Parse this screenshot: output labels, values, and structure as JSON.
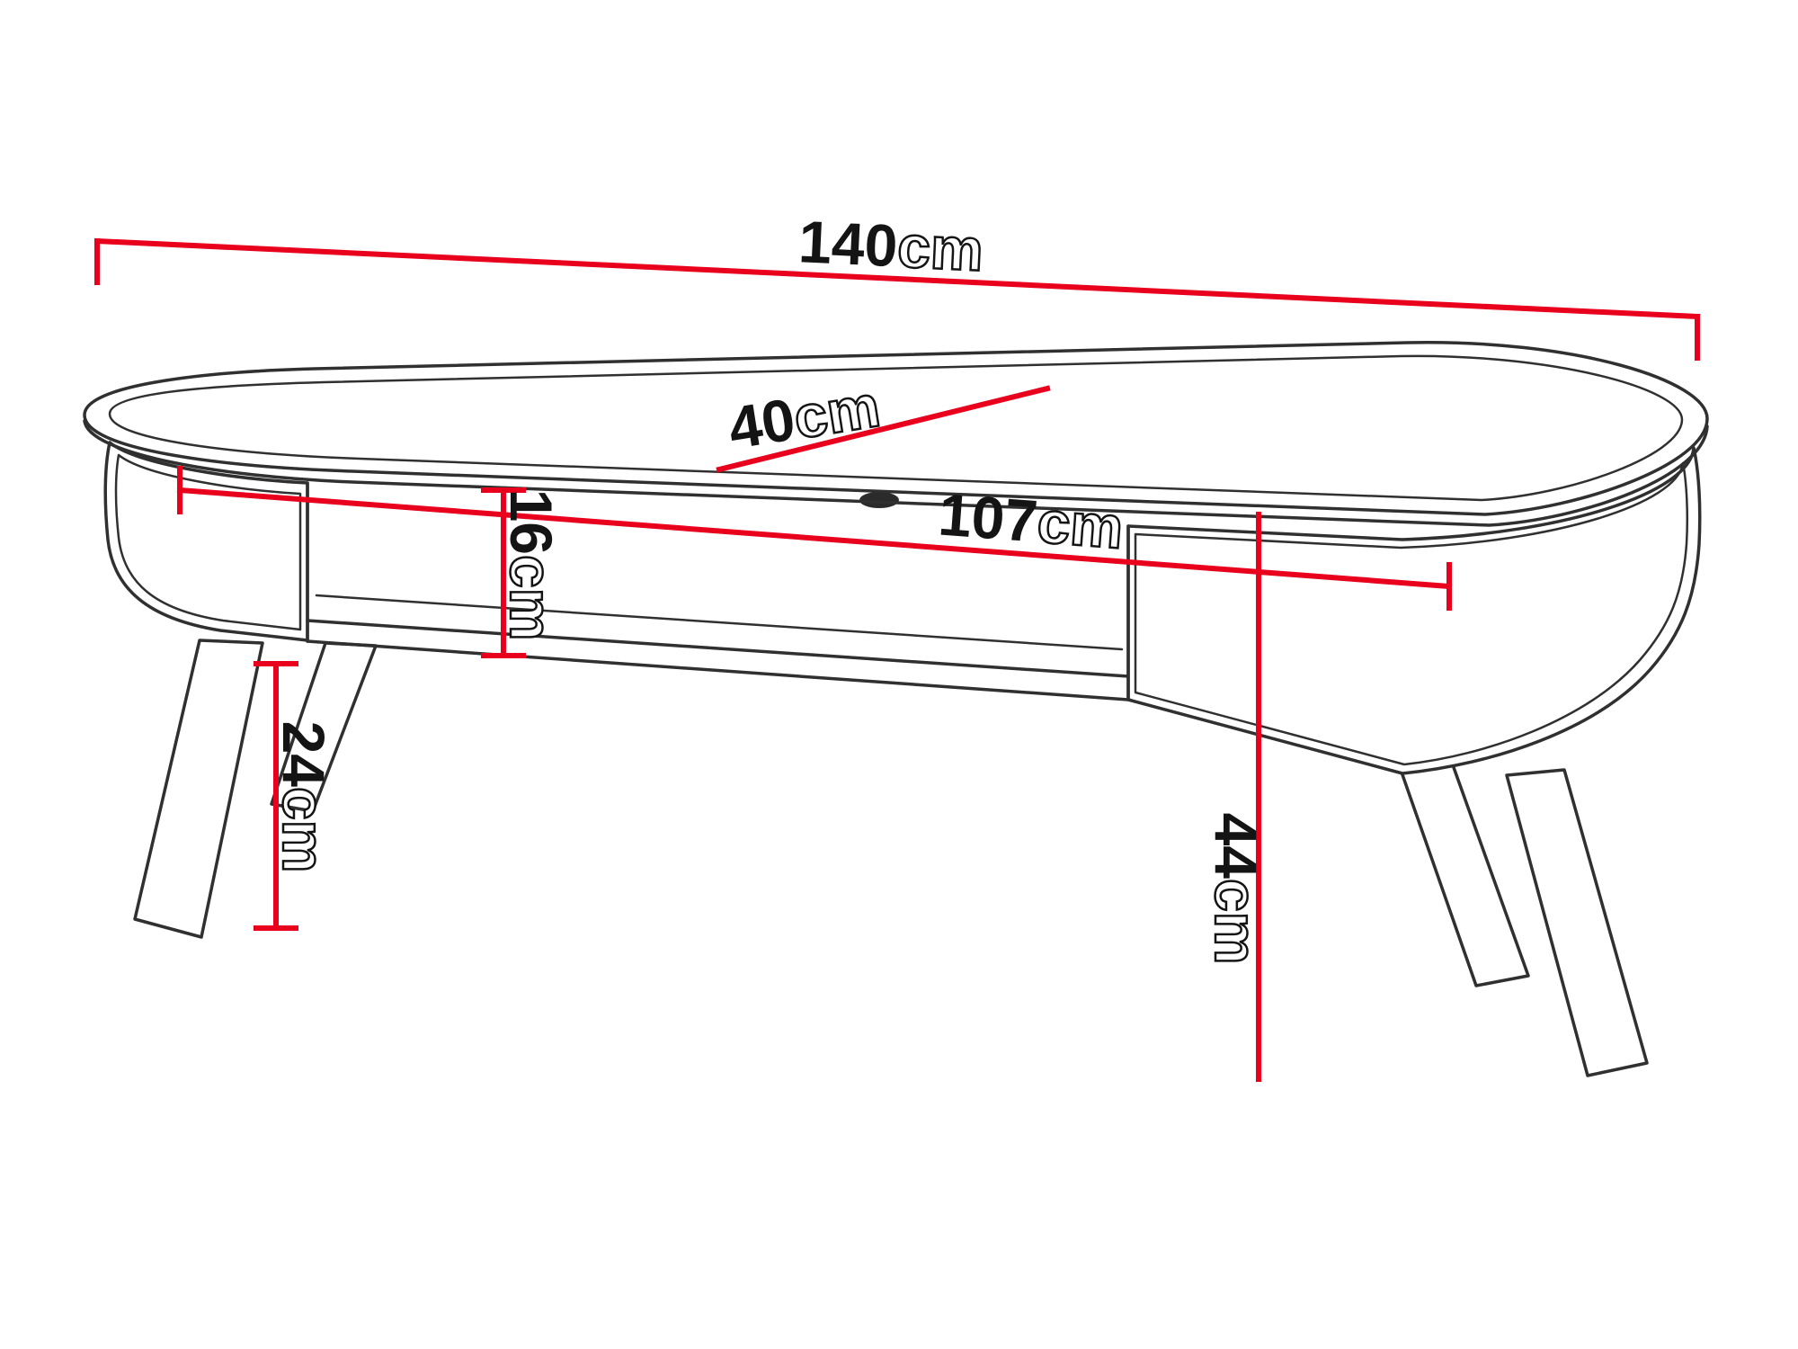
{
  "page": {
    "background": "#ffffff"
  },
  "diagram": {
    "type": "furniture-dimension-drawing",
    "subject": "Oval TV stand with fluted rounded ends, open middle shelf and four splayed legs",
    "unit": "cm",
    "colors": {
      "dimension_line": "#e8001c",
      "outline": "#303030",
      "label_number": "#141414",
      "label_unit_fill": "#ffffff",
      "background": "#ffffff"
    },
    "dimensions": {
      "width": {
        "number": "140",
        "unit": "cm",
        "description": "overall width"
      },
      "depth": {
        "number": "40",
        "unit": "cm",
        "description": "top depth"
      },
      "inner_width": {
        "number": "107",
        "unit": "cm",
        "description": "inner niche width"
      },
      "niche_height": {
        "number": "16",
        "unit": "cm",
        "description": "open shelf height"
      },
      "leg_height": {
        "number": "24",
        "unit": "cm",
        "description": "leg height"
      },
      "total_height": {
        "number": "44",
        "unit": "cm",
        "description": "overall height"
      }
    }
  }
}
